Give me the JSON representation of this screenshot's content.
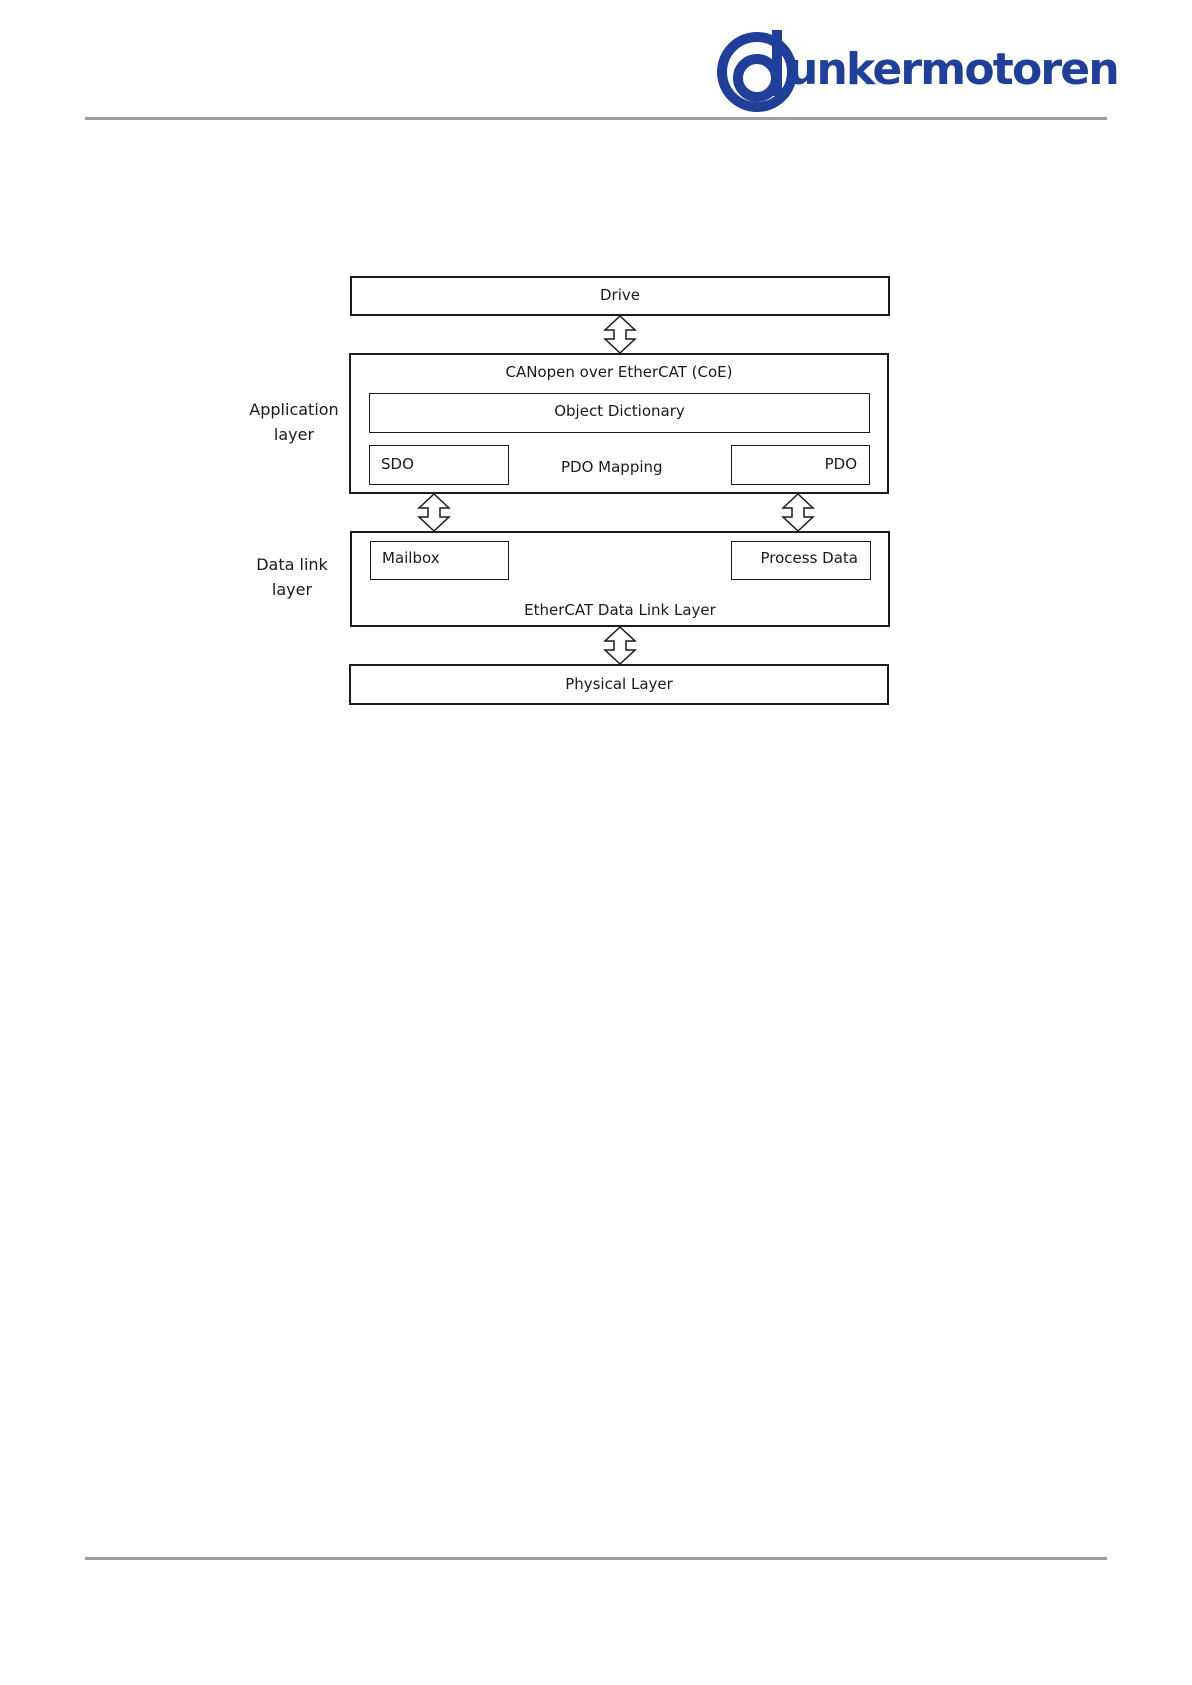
{
  "header": {
    "logo_text": "unkermotoren",
    "brand_color": "#1f3f98"
  },
  "diagram": {
    "drive": "Drive",
    "application_layer_label": [
      "Application",
      "layer"
    ],
    "coe_title": "CANopen over EtherCAT (CoE)",
    "object_dictionary": "Object Dictionary",
    "sdo": "SDO",
    "pdo_mapping": "PDO Mapping",
    "pdo": "PDO",
    "data_link_layer_label": [
      "Data link",
      "layer"
    ],
    "mailbox": "Mailbox",
    "process_data": "Process Data",
    "ethercat_dll": "EtherCAT Data Link Layer",
    "physical_layer": "Physical Layer"
  }
}
